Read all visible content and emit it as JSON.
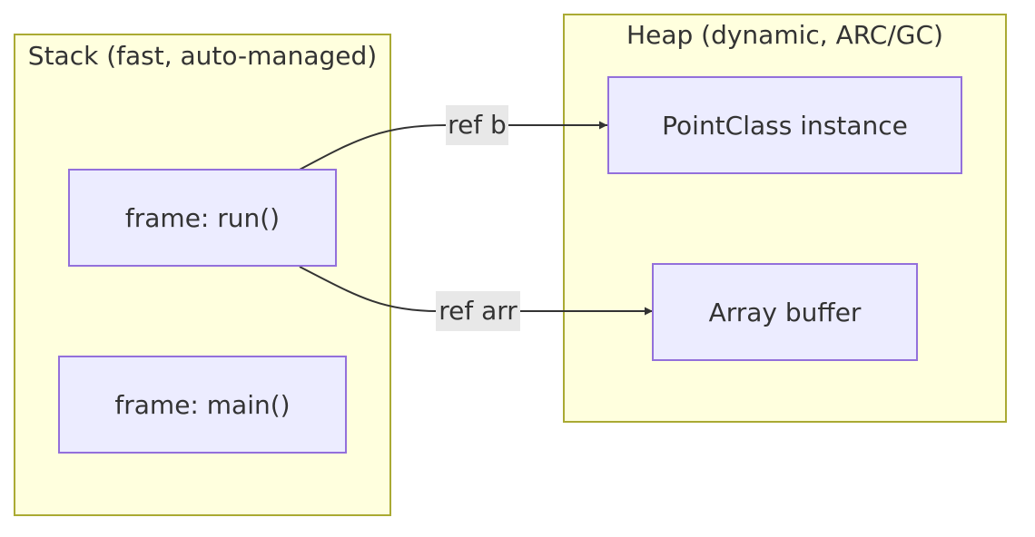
{
  "diagram": {
    "clusters": {
      "stack": {
        "title": "Stack (fast, auto-managed)"
      },
      "heap": {
        "title": "Heap (dynamic, ARC/GC)"
      }
    },
    "nodes": {
      "frame_run": "frame: run()",
      "frame_main": "frame: main()",
      "point_instance": "PointClass instance",
      "array_buffer": "Array buffer"
    },
    "edges": [
      {
        "from": "frame: run()",
        "to": "PointClass instance",
        "label": "ref b"
      },
      {
        "from": "frame: run()",
        "to": "Array buffer",
        "label": "ref arr"
      }
    ]
  },
  "colors": {
    "cluster_fill": "#ffffde",
    "cluster_border": "#aaaa33",
    "node_fill": "#ececff",
    "node_border": "#9370db",
    "edge_stroke": "#333333",
    "edge_label_bg": "#e8e8e8"
  }
}
